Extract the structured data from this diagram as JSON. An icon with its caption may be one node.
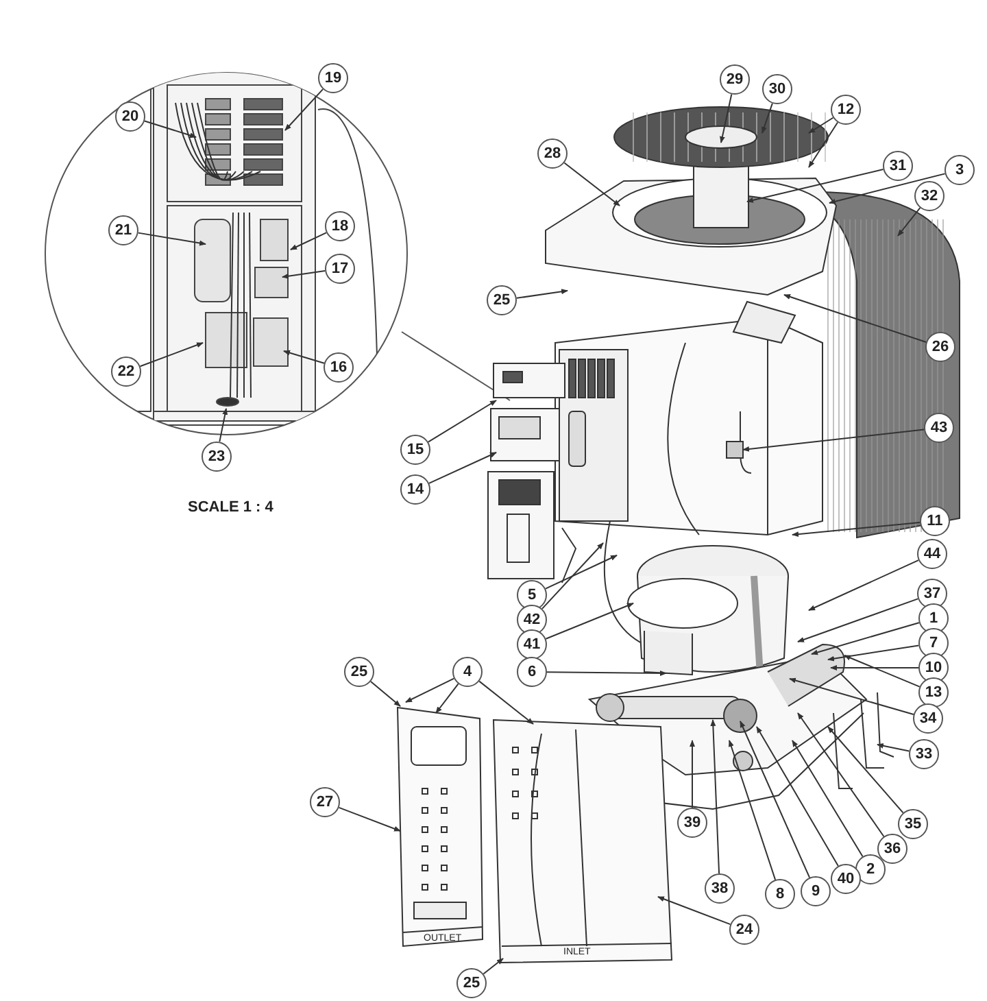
{
  "diagram": {
    "nodes": [
      {
        "text": [
          "19"
        ]
      },
      {
        "text": [
          "29"
        ]
      },
      {
        "text": [
          "30"
        ]
      },
      {
        "text": [
          "12"
        ]
      },
      {
        "text": [
          "20"
        ]
      },
      {
        "text": [
          "28"
        ]
      },
      {
        "text": [
          "31"
        ]
      },
      {
        "text": [
          "3"
        ]
      },
      {
        "text": [
          "32"
        ]
      },
      {
        "text": [
          "18"
        ]
      },
      {
        "text": [
          "21"
        ]
      },
      {
        "text": [
          "17"
        ]
      },
      {
        "text": [
          "25"
        ]
      },
      {
        "text": [
          "26"
        ]
      },
      {
        "text": [
          "16"
        ]
      },
      {
        "text": [
          "22"
        ]
      },
      {
        "text": [
          "43"
        ]
      },
      {
        "text": [
          "15"
        ]
      },
      {
        "text": [
          "23"
        ]
      },
      {
        "text": [
          "14"
        ]
      },
      {
        "text": [
          "11"
        ]
      },
      {
        "text": [
          "44"
        ]
      },
      {
        "text": [
          "5"
        ]
      },
      {
        "text": [
          "37"
        ]
      },
      {
        "text": [
          "1"
        ]
      },
      {
        "text": [
          "42"
        ]
      },
      {
        "text": [
          "7"
        ]
      },
      {
        "text": [
          "41"
        ]
      },
      {
        "text": [
          "10"
        ]
      },
      {
        "text": [
          "6"
        ]
      },
      {
        "text": [
          "25"
        ]
      },
      {
        "text": [
          "4"
        ]
      },
      {
        "text": [
          "13"
        ]
      },
      {
        "text": [
          "34"
        ]
      },
      {
        "text": [
          "33"
        ]
      },
      {
        "text": [
          "27"
        ]
      },
      {
        "text": [
          "39"
        ]
      },
      {
        "text": [
          "35"
        ]
      },
      {
        "text": [
          "36"
        ]
      },
      {
        "text": [
          "2"
        ]
      },
      {
        "text": [
          "40"
        ]
      },
      {
        "text": [
          "38"
        ]
      },
      {
        "text": [
          "9"
        ]
      },
      {
        "text": [
          "8"
        ]
      },
      {
        "text": [
          "24"
        ]
      },
      {
        "text": [
          "25"
        ]
      }
    ],
    "edges": [
      {
        "from": 0,
        "to": null,
        "arrow": "to"
      },
      {
        "from": 1,
        "to": null,
        "arrow": "to"
      },
      {
        "from": 2,
        "to": null,
        "arrow": "to"
      },
      {
        "from": 3,
        "to": null,
        "arrow": "to"
      },
      {
        "from": 3,
        "to": null,
        "arrow": "to"
      },
      {
        "from": 4,
        "to": null,
        "arrow": "to"
      },
      {
        "from": 5,
        "to": null,
        "arrow": "to"
      },
      {
        "from": 6,
        "to": null,
        "arrow": "to"
      },
      {
        "from": 7,
        "to": null,
        "arrow": "to"
      },
      {
        "from": 8,
        "to": null,
        "arrow": "to"
      },
      {
        "from": 9,
        "to": null,
        "arrow": "to"
      },
      {
        "from": 10,
        "to": null,
        "arrow": "to"
      },
      {
        "from": 11,
        "to": null,
        "arrow": "to"
      },
      {
        "from": 12,
        "to": null,
        "arrow": "to"
      },
      {
        "from": 13,
        "to": null,
        "arrow": "to"
      },
      {
        "from": 14,
        "to": null,
        "arrow": "to"
      },
      {
        "from": 15,
        "to": null,
        "arrow": "to"
      },
      {
        "from": 16,
        "to": null,
        "arrow": "to"
      },
      {
        "from": 17,
        "to": null,
        "arrow": "to"
      },
      {
        "from": 18,
        "to": null,
        "arrow": "to"
      },
      {
        "from": 19,
        "to": null,
        "arrow": "to"
      },
      {
        "from": 20,
        "to": null,
        "arrow": "to"
      },
      {
        "from": 21,
        "to": null,
        "arrow": "to"
      },
      {
        "from": 22,
        "to": null,
        "arrow": "to"
      },
      {
        "from": 23,
        "to": null,
        "arrow": "to"
      },
      {
        "from": 24,
        "to": null,
        "arrow": "to"
      },
      {
        "from": 25,
        "to": null,
        "arrow": "to"
      },
      {
        "from": 26,
        "to": null,
        "arrow": "to"
      },
      {
        "from": 27,
        "to": null,
        "arrow": "to"
      },
      {
        "from": 28,
        "to": null,
        "arrow": "to"
      },
      {
        "from": 29,
        "to": null,
        "arrow": "to"
      },
      {
        "from": 30,
        "to": null,
        "arrow": "to"
      },
      {
        "from": 31,
        "to": null,
        "arrow": "to"
      },
      {
        "from": 31,
        "to": null,
        "arrow": "to"
      },
      {
        "from": 31,
        "to": null,
        "arrow": "to"
      },
      {
        "from": 32,
        "to": null,
        "arrow": "to"
      },
      {
        "from": 33,
        "to": null,
        "arrow": "to"
      },
      {
        "from": 34,
        "to": null,
        "arrow": "to"
      },
      {
        "from": 35,
        "to": null,
        "arrow": "to"
      },
      {
        "from": 36,
        "to": null,
        "arrow": "to"
      },
      {
        "from": 37,
        "to": null,
        "arrow": "to"
      },
      {
        "from": 38,
        "to": null,
        "arrow": "to"
      },
      {
        "from": 39,
        "to": null,
        "arrow": "to"
      },
      {
        "from": 40,
        "to": null,
        "arrow": "to"
      },
      {
        "from": 41,
        "to": null,
        "arrow": "to"
      },
      {
        "from": 42,
        "to": null,
        "arrow": "to"
      },
      {
        "from": 43,
        "to": null,
        "arrow": "to"
      },
      {
        "from": 44,
        "to": null,
        "arrow": "to"
      },
      {
        "from": 45,
        "to": null,
        "arrow": "to"
      }
    ],
    "labels": [
      "SCALE 1 : 4",
      "OUTLET",
      "INLET"
    ]
  }
}
